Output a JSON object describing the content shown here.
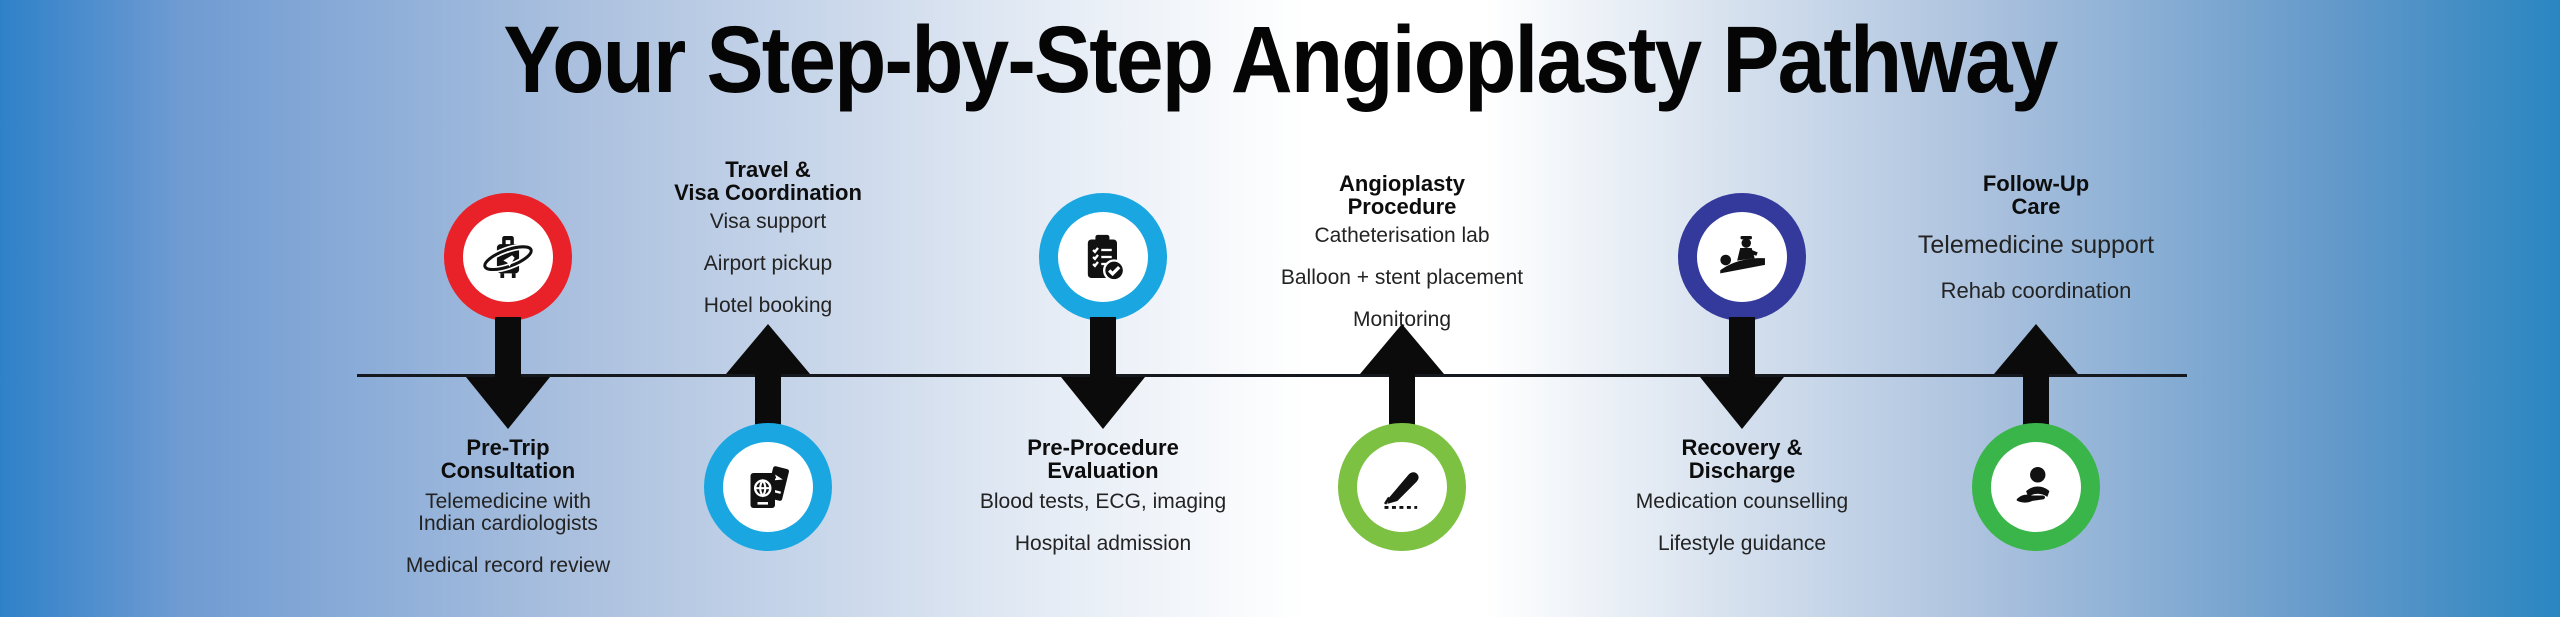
{
  "title": "Your Step-by-Step Angioplasty Pathway",
  "colors": {
    "background_edge_left": "#2e81c9",
    "background_center": "#ffffff",
    "background_edge_right": "#2a86c1",
    "timeline_line": "#15181c",
    "arrow": "#0b0b0b",
    "step_red": "#e92128",
    "step_cyan": "#1aa7e1",
    "step_lime_green": "#7cc141",
    "step_navy": "#343a9b",
    "step_green": "#3ab54a"
  },
  "steps": [
    {
      "id": "pre-trip-consultation",
      "title": "Pre-Trip\nConsultation",
      "items": [
        "Telemedicine with\nIndian cardiologists",
        "Medical record review"
      ],
      "icon": "travel-luggage-icon",
      "circle_color": "#e92128",
      "circle_position": "above-line"
    },
    {
      "id": "travel-visa-coordination",
      "title": "Travel &\nVisa Coordination",
      "items": [
        "Visa support",
        "Airport pickup",
        "Hotel booking"
      ],
      "icon": "passport-ticket-icon",
      "circle_color": "#1aa7e1",
      "circle_position": "below-line"
    },
    {
      "id": "pre-procedure-evaluation",
      "title": "Pre-Procedure\nEvaluation",
      "items": [
        "Blood tests, ECG, imaging",
        "Hospital admission"
      ],
      "icon": "clipboard-checklist-icon",
      "circle_color": "#1aa7e1",
      "circle_position": "above-line"
    },
    {
      "id": "angioplasty-procedure",
      "title": "Angioplasty\nProcedure",
      "items": [
        "Catheterisation lab",
        "Balloon + stent placement",
        "Monitoring"
      ],
      "icon": "signature-icon",
      "circle_color": "#7cc141",
      "circle_position": "below-line"
    },
    {
      "id": "recovery-discharge",
      "title": "Recovery &\nDischarge",
      "items": [
        "Medication counselling",
        "Lifestyle guidance"
      ],
      "icon": "patient-bed-icon",
      "circle_color": "#343a9b",
      "circle_position": "above-line"
    },
    {
      "id": "follow-up-care",
      "title": "Follow-Up\nCare",
      "items": [
        "Telemedicine support",
        "Rehab coordination"
      ],
      "icon": "care-hand-icon",
      "circle_color": "#3ab54a",
      "circle_position": "below-line"
    }
  ]
}
